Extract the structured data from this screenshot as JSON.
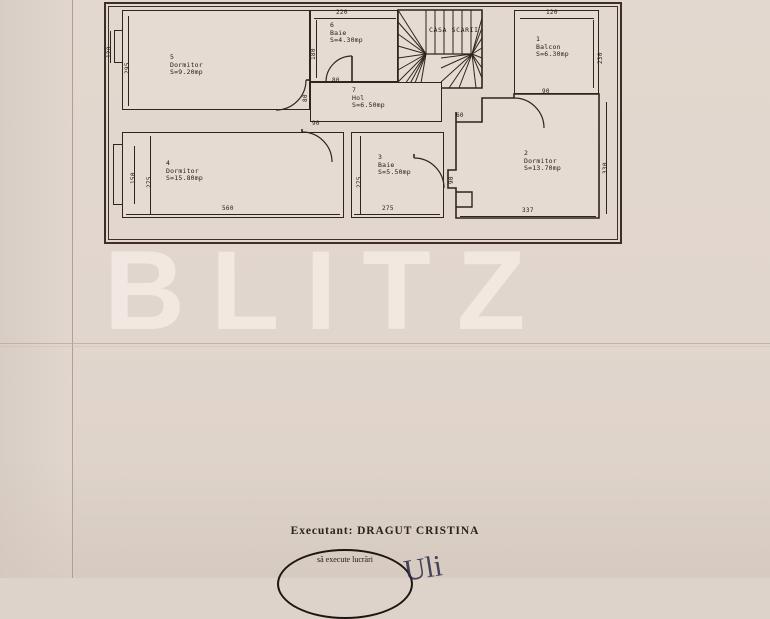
{
  "document": {
    "type": "architectural-floor-plan",
    "watermark": "BLITZ",
    "footer": {
      "executant_label": "Executant:  DRAGUT    CRISTINA",
      "stamp_text": "să execute lucrări",
      "signature": "Uli"
    }
  },
  "plan": {
    "stairwell_label": "CASA SCARII",
    "rooms": [
      {
        "id": "room-1",
        "number": "1",
        "name": "Balcon",
        "area": "S=6.30mp"
      },
      {
        "id": "room-2",
        "number": "2",
        "name": "Dormitor",
        "area": "S=13.70mp"
      },
      {
        "id": "room-3",
        "number": "3",
        "name": "Baie",
        "area": "S=5.50mp"
      },
      {
        "id": "room-4",
        "number": "4",
        "name": "Dormitor",
        "area": "S=15.80mp"
      },
      {
        "id": "room-5",
        "number": "5",
        "name": "Dormitor",
        "area": "S=9.20mp"
      },
      {
        "id": "room-6",
        "number": "6",
        "name": "Baie",
        "area": "S=4.30mp"
      },
      {
        "id": "room-7",
        "number": "7",
        "name": "Hol",
        "area": "S=6.50mp"
      }
    ],
    "dimensions": {
      "d_left_120": "120",
      "d_left_295": "295",
      "d_left_150": "150",
      "d_left_275": "275",
      "d_room6_220": "220",
      "d_room6_180": "180",
      "d_door_80": "80",
      "d_door_80b": "80",
      "d_door_90": "90",
      "d_door_60": "60",
      "d_balcon_120": "120",
      "d_balcon_230": "230",
      "d_balcon_90": "90",
      "d_right_330": "330",
      "d_room4_560": "560",
      "d_room3_275v": "275",
      "d_room3_275h": "275",
      "d_room2_337": "337",
      "d_room3_door_90": "90"
    }
  },
  "colors": {
    "paper": "#e1d6cd",
    "ink": "#2f251f",
    "room_fill": "#e6dbd2",
    "watermark": "#f3eae3"
  }
}
